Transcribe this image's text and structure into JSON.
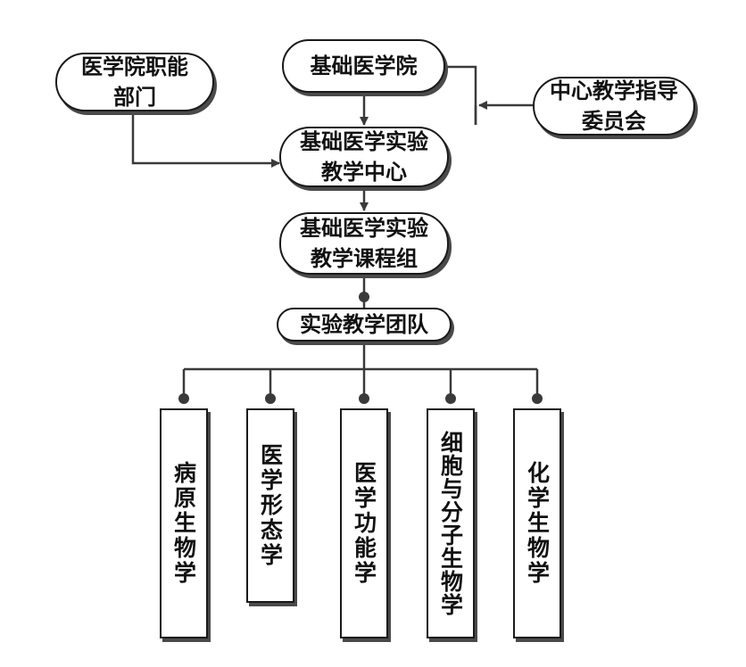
{
  "nodes": {
    "medical_school_depts": {
      "line1": "医学院职能",
      "line2": "部门"
    },
    "basic_medical_school": {
      "text": "基础医学院"
    },
    "teaching_committee": {
      "line1": "中心教学指导",
      "line2": "委员会"
    },
    "experiment_center": {
      "line1": "基础医学实验",
      "line2": "教学中心"
    },
    "course_group": {
      "line1": "基础医学实验",
      "line2": "教学课程组"
    },
    "teaching_team": {
      "text": "实验教学团队"
    }
  },
  "branches": [
    {
      "label": "病原生物学"
    },
    {
      "label": "医学形态学"
    },
    {
      "label": "医学功能学"
    },
    {
      "label": "细胞与分子生物学"
    },
    {
      "label": "化学生物学"
    }
  ]
}
